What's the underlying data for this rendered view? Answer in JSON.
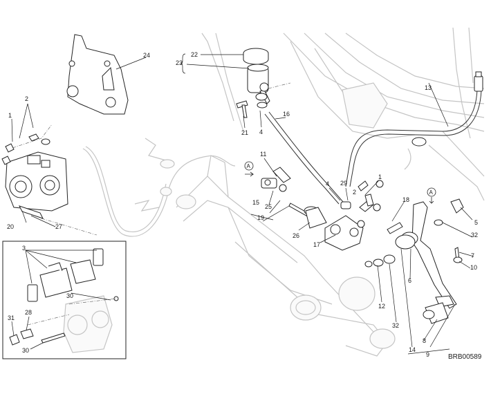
{
  "drawing_code": "BRB00589",
  "callouts": {
    "c1a": "1",
    "c1b": "1",
    "c2": "2",
    "c3": "3",
    "c4a": "4",
    "c4b": "4",
    "c5": "5",
    "c6": "6",
    "c7": "7",
    "c8": "8",
    "c9": "9",
    "c10": "10",
    "c11": "11",
    "c12": "12",
    "c13": "13",
    "c14": "14",
    "c15": "15",
    "c16": "16",
    "c17": "17",
    "c18": "18",
    "c19": "19",
    "c20": "20",
    "c21": "21",
    "c22": "22",
    "c23": "23",
    "c24": "24",
    "c25": "25",
    "c26": "26",
    "c27": "27",
    "c28": "28",
    "c29": "29",
    "c30a": "30",
    "c30b": "30",
    "c31": "31",
    "c32a": "32",
    "c32b": "32"
  },
  "markers": {
    "a1": "A",
    "a2": "A"
  }
}
